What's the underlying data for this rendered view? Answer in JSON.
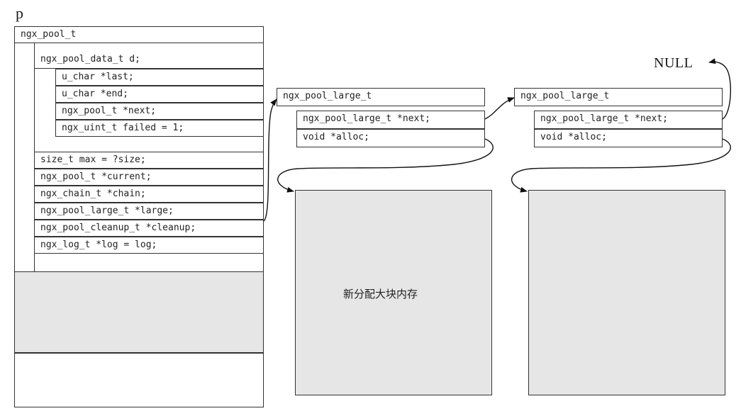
{
  "pointer_label": "p",
  "null_label": "NULL",
  "pool": {
    "title": "ngx_pool_t",
    "data_header": "ngx_pool_data_t d;",
    "data_fields": [
      "u_char *last;",
      "u_char *end;",
      "ngx_pool_t *next;",
      "ngx_uint_t failed = 1;"
    ],
    "fields": [
      "size_t max = ?size;",
      "ngx_pool_t *current;",
      "ngx_chain_t *chain;",
      "ngx_pool_large_t *large;",
      "ngx_pool_cleanup_t *cleanup;",
      "ngx_log_t *log = log;"
    ]
  },
  "large_nodes": [
    {
      "title": "ngx_pool_large_t",
      "next": "ngx_pool_large_t *next;",
      "alloc": "void *alloc;"
    },
    {
      "title": "ngx_pool_large_t",
      "next": "ngx_pool_large_t *next;",
      "alloc": "void *alloc;"
    }
  ],
  "memory_label": "新分配大块内存"
}
